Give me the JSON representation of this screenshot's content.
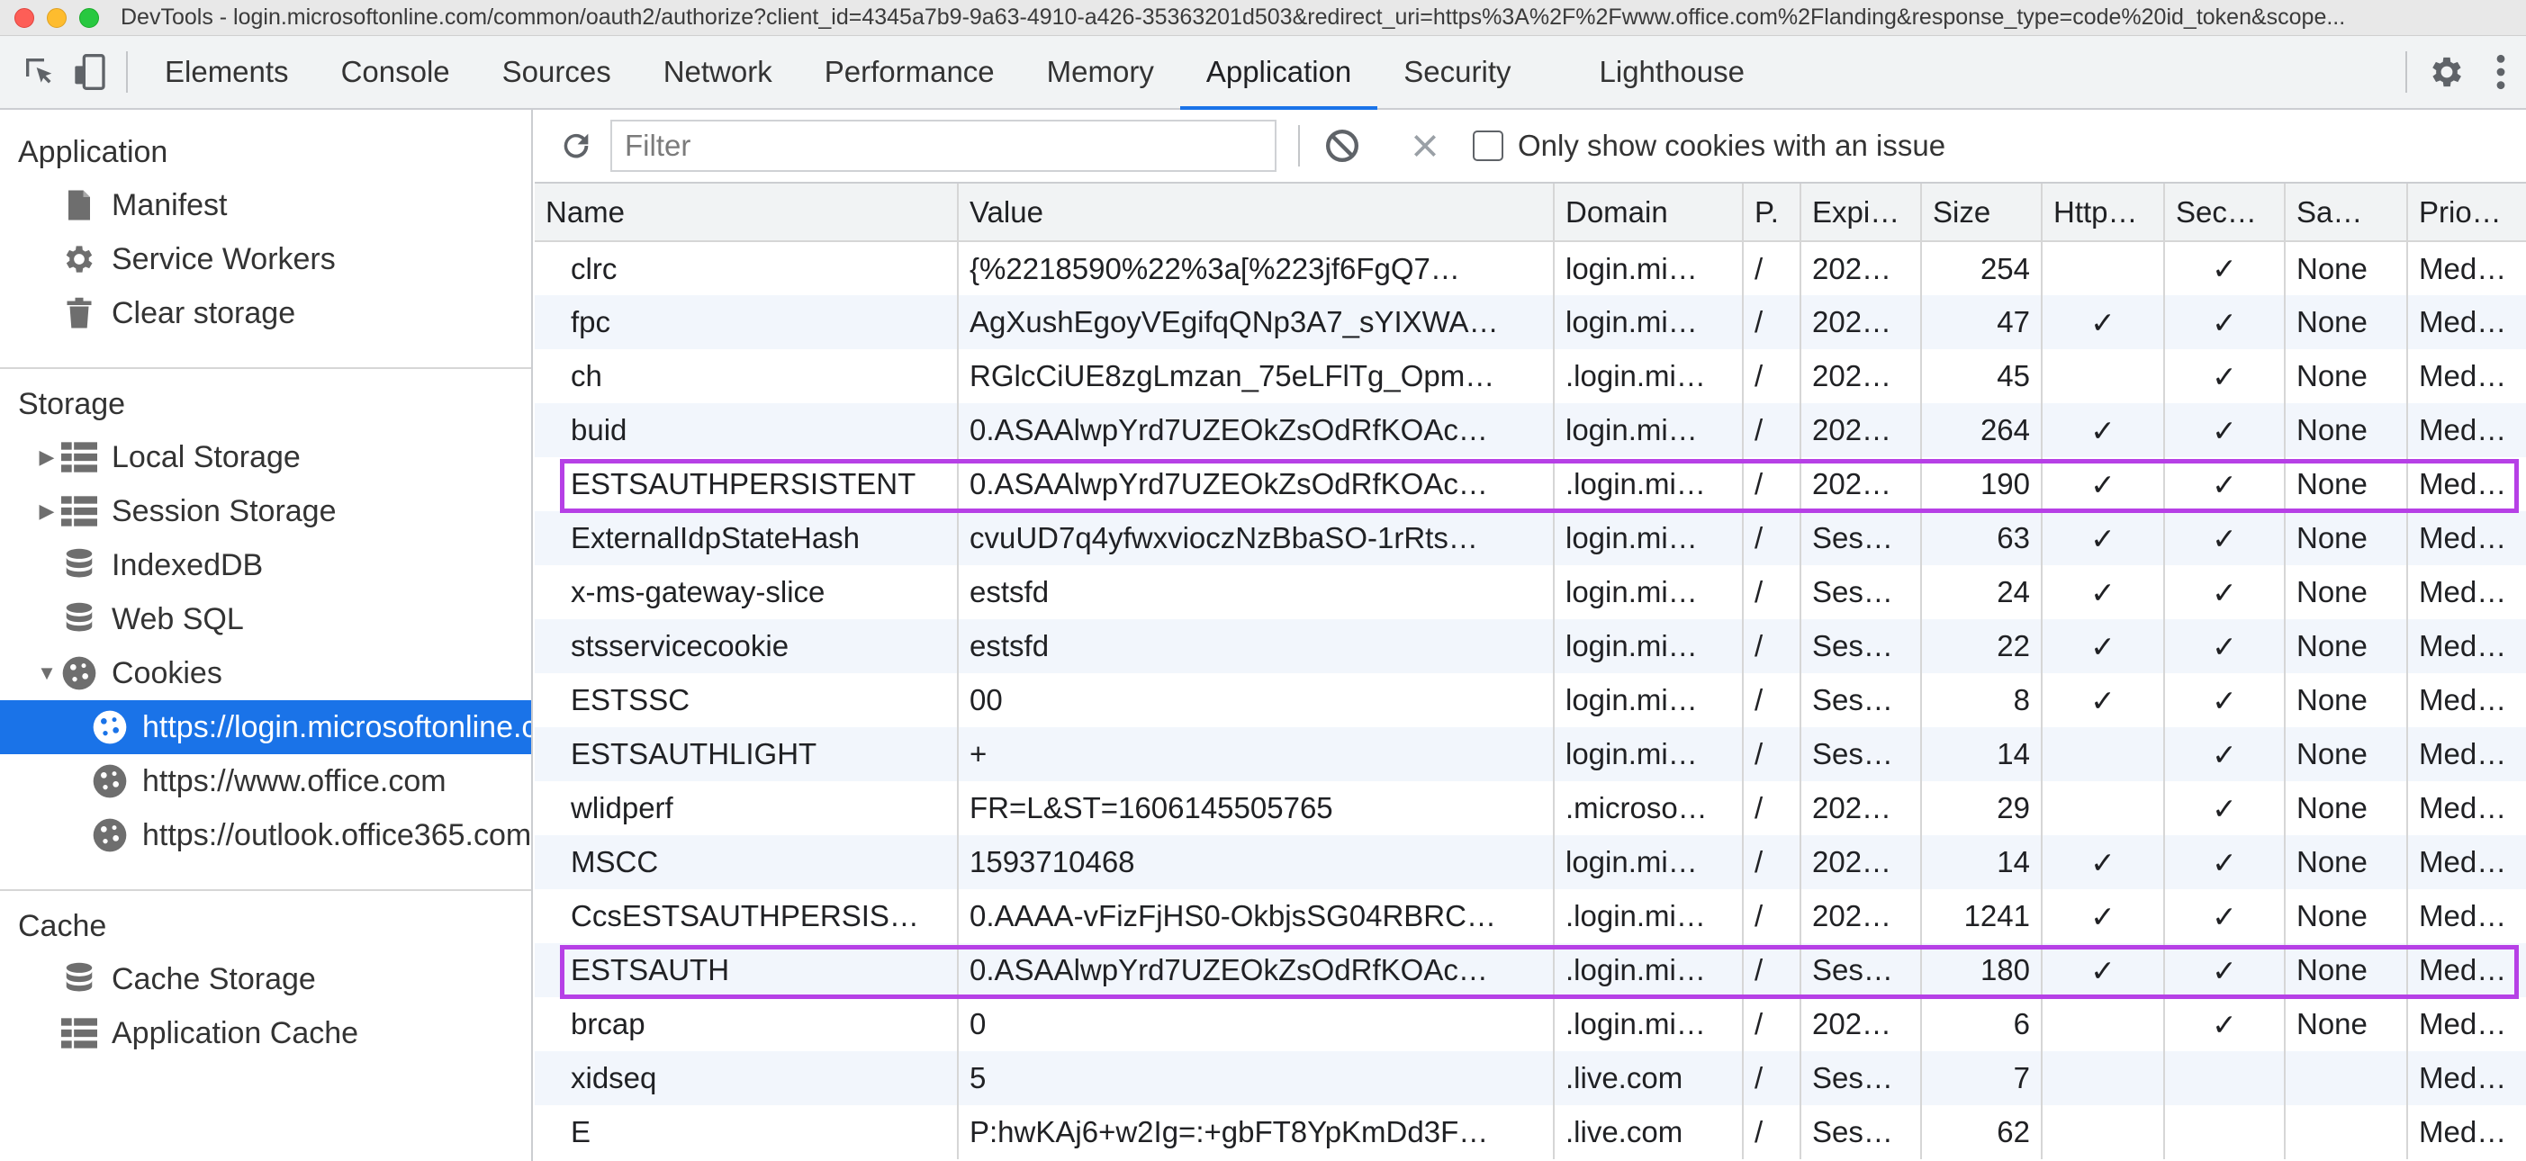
{
  "window": {
    "title": "DevTools - login.microsoftonline.com/common/oauth2/authorize?client_id=4345a7b9-9a63-4910-a426-35363201d503&redirect_uri=https%3A%2F%2Fwww.office.com%2Flanding&response_type=code%20id_token&scope..."
  },
  "tabs": [
    "Elements",
    "Console",
    "Sources",
    "Network",
    "Performance",
    "Memory",
    "Application",
    "Security",
    "Lighthouse"
  ],
  "active_tab": "Application",
  "sidebar": {
    "application": {
      "title": "Application",
      "items": [
        "Manifest",
        "Service Workers",
        "Clear storage"
      ]
    },
    "storage": {
      "title": "Storage",
      "items": [
        "Local Storage",
        "Session Storage",
        "IndexedDB",
        "Web SQL",
        "Cookies"
      ],
      "cookies": [
        "https://login.microsoftonline.com",
        "https://www.office.com",
        "https://outlook.office365.com"
      ]
    },
    "cache": {
      "title": "Cache",
      "items": [
        "Cache Storage",
        "Application Cache"
      ]
    }
  },
  "toolbar": {
    "filter_placeholder": "Filter",
    "only_issues_label": "Only show cookies with an issue"
  },
  "table": {
    "columns": [
      "Name",
      "Value",
      "Domain",
      "P.",
      "Expi…",
      "Size",
      "Http…",
      "Sec…",
      "Sa…",
      "Prio…"
    ],
    "rows": [
      [
        "clrc",
        "{%2218590%22%3a[%223jf6FgQ7…",
        "login.mi…",
        "/",
        "202…",
        "254",
        "",
        "✓",
        "None",
        "Med…"
      ],
      [
        "fpc",
        "AgXushEgoyVEgifqQNp3A7_sYIXWA…",
        "login.mi…",
        "/",
        "202…",
        "47",
        "✓",
        "✓",
        "None",
        "Med…"
      ],
      [
        "ch",
        "RGlcCiUE8zgLmzan_75eLFlTg_Opm…",
        ".login.mi…",
        "/",
        "202…",
        "45",
        "",
        "✓",
        "None",
        "Med…"
      ],
      [
        "buid",
        "0.ASAAlwpYrd7UZEOkZsOdRfKOAc…",
        "login.mi…",
        "/",
        "202…",
        "264",
        "✓",
        "✓",
        "None",
        "Med…"
      ],
      [
        "ESTSAUTHPERSISTENT",
        "0.ASAAlwpYrd7UZEOkZsOdRfKOAc…",
        ".login.mi…",
        "/",
        "202…",
        "190",
        "✓",
        "✓",
        "None",
        "Med…"
      ],
      [
        "ExternalIdpStateHash",
        "cvuUD7q4yfwxvioczNzBbaSO-1rRts…",
        "login.mi…",
        "/",
        "Ses…",
        "63",
        "✓",
        "✓",
        "None",
        "Med…"
      ],
      [
        "x-ms-gateway-slice",
        "estsfd",
        "login.mi…",
        "/",
        "Ses…",
        "24",
        "✓",
        "✓",
        "None",
        "Med…"
      ],
      [
        "stsservicecookie",
        "estsfd",
        "login.mi…",
        "/",
        "Ses…",
        "22",
        "✓",
        "✓",
        "None",
        "Med…"
      ],
      [
        "ESTSSC",
        "00",
        "login.mi…",
        "/",
        "Ses…",
        "8",
        "✓",
        "✓",
        "None",
        "Med…"
      ],
      [
        "ESTSAUTHLIGHT",
        "+",
        "login.mi…",
        "/",
        "Ses…",
        "14",
        "",
        "✓",
        "None",
        "Med…"
      ],
      [
        "wlidperf",
        "FR=L&ST=1606145505765",
        ".microso…",
        "/",
        "202…",
        "29",
        "",
        "✓",
        "None",
        "Med…"
      ],
      [
        "MSCC",
        "1593710468",
        "login.mi…",
        "/",
        "202…",
        "14",
        "✓",
        "✓",
        "None",
        "Med…"
      ],
      [
        "CcsESTSAUTHPERSIS…",
        "0.AAAA-vFizFjHS0-OkbjsSG04RBRC…",
        ".login.mi…",
        "/",
        "202…",
        "1241",
        "✓",
        "✓",
        "None",
        "Med…"
      ],
      [
        "ESTSAUTH",
        "0.ASAAlwpYrd7UZEOkZsOdRfKOAc…",
        ".login.mi…",
        "/",
        "Ses…",
        "180",
        "✓",
        "✓",
        "None",
        "Med…"
      ],
      [
        "brcap",
        "0",
        ".login.mi…",
        "/",
        "202…",
        "6",
        "",
        "✓",
        "None",
        "Med…"
      ],
      [
        "xidseq",
        "5",
        ".live.com",
        "/",
        "Ses…",
        "7",
        "",
        "",
        "",
        "Med…"
      ],
      [
        "E",
        "P:hwKAj6+w2Ig=:+gbFT8YpKmDd3F…",
        ".live.com",
        "/",
        "Ses…",
        "62",
        "",
        "",
        "",
        "Med…"
      ]
    ],
    "highlighted_rows": [
      "ESTSAUTHPERSISTENT",
      "ESTSAUTH"
    ]
  },
  "colors": {
    "accent": "#1a73e8",
    "highlight": "#b640e6",
    "row_alt": "#f2f6fc"
  }
}
